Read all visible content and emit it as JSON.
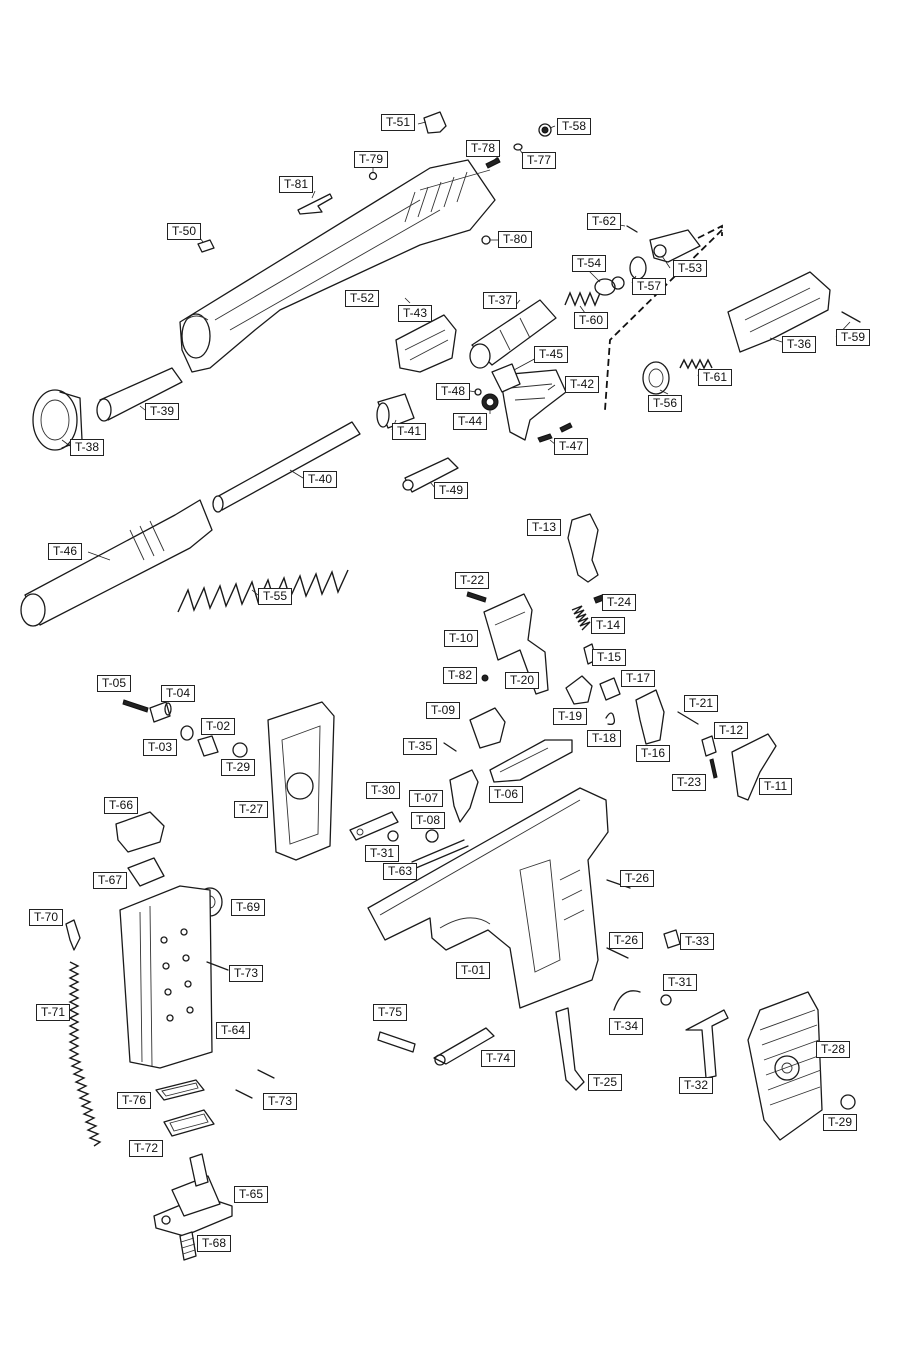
{
  "labels": {
    "T01": "T-01",
    "T02": "T-02",
    "T03": "T-03",
    "T04": "T-04",
    "T05": "T-05",
    "T06": "T-06",
    "T07": "T-07",
    "T08": "T-08",
    "T09": "T-09",
    "T10": "T-10",
    "T11": "T-11",
    "T12": "T-12",
    "T13": "T-13",
    "T14": "T-14",
    "T15": "T-15",
    "T16": "T-16",
    "T17": "T-17",
    "T18": "T-18",
    "T19": "T-19",
    "T20": "T-20",
    "T21": "T-21",
    "T22": "T-22",
    "T23": "T-23",
    "T24": "T-24",
    "T25": "T-25",
    "T26": "T-26",
    "T27": "T-27",
    "T28": "T-28",
    "T29": "T-29",
    "T30": "T-30",
    "T31": "T-31",
    "T32": "T-32",
    "T33": "T-33",
    "T34": "T-34",
    "T35": "T-35",
    "T36": "T-36",
    "T37": "T-37",
    "T38": "T-38",
    "T39": "T-39",
    "T40": "T-40",
    "T41": "T-41",
    "T42": "T-42",
    "T43": "T-43",
    "T44": "T-44",
    "T45": "T-45",
    "T46": "T-46",
    "T47": "T-47",
    "T48": "T-48",
    "T49": "T-49",
    "T50": "T-50",
    "T51": "T-51",
    "T52": "T-52",
    "T53": "T-53",
    "T54": "T-54",
    "T55": "T-55",
    "T56": "T-56",
    "T57": "T-57",
    "T58": "T-58",
    "T59": "T-59",
    "T60": "T-60",
    "T61": "T-61",
    "T62": "T-62",
    "T63": "T-63",
    "T64": "T-64",
    "T65": "T-65",
    "T66": "T-66",
    "T67": "T-67",
    "T68": "T-68",
    "T69": "T-69",
    "T70": "T-70",
    "T71": "T-71",
    "T72": "T-72",
    "T73": "T-73",
    "T74": "T-74",
    "T75": "T-75",
    "T76": "T-76",
    "T77": "T-77",
    "T78": "T-78",
    "T79": "T-79",
    "T80": "T-80",
    "T81": "T-81",
    "T82": "T-82"
  },
  "colors": {
    "line": "#1a1a1a",
    "background": "#ffffff"
  }
}
